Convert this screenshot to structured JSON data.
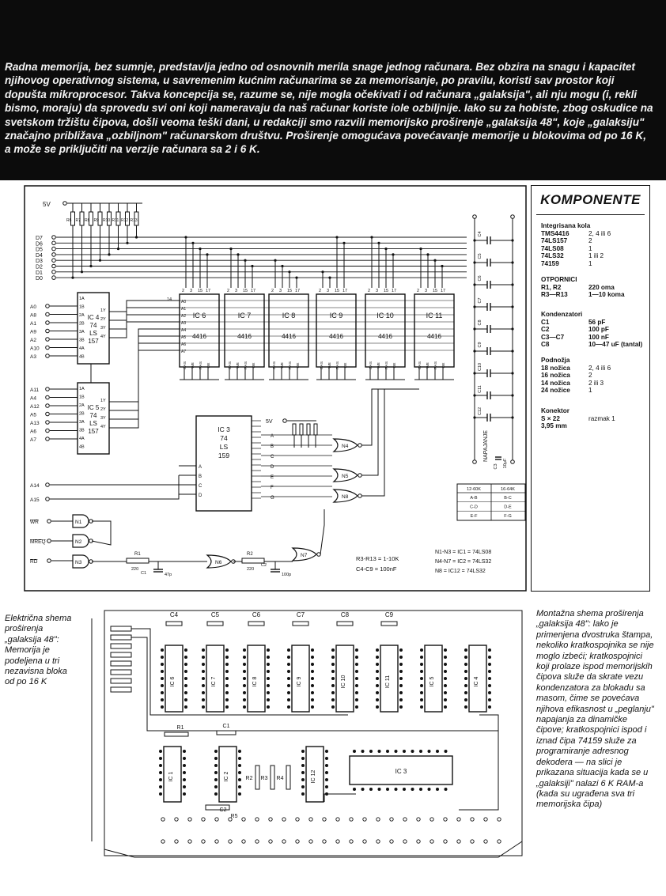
{
  "intro": {
    "text": "Radna memorija, bez sumnje, predstavlja jedno od osnovnih merila snage jednog računara. Bez obzira na snagu i kapacitet njihovog operativnog sistema, u savremenim kućnim računarima se za memorisanje, po pravilu, koristi sav prostor koji dopušta mikroprocesor. Takva koncepcija se, razume se, nije mogla očekivati i od računara „galaksija\", ali nju mogu (i, rekli bismo, moraju) da sprovedu svi oni koji nameravaju da naš računar koriste iole ozbiljnije. Iako su za hobiste, zbog oskudice na svetskom tržištu čipova, došli veoma teški dani, u redakciji smo razvili memorijsko proširenje „galaksija 48\", koje „galaksiju\" značajno približava „ozbiljnom\" računarskom društvu. Proširenje omogućava povećavanje memorije u blokovima od po 16 K, a može se priključiti na verzije računara sa 2 i 6 K."
  },
  "schematic": {
    "supply": "5V",
    "resistors": [
      "R6",
      "R7",
      "R8",
      "R9",
      "R10",
      "R11",
      "R12",
      "R13"
    ],
    "data_lines": [
      "D7",
      "D6",
      "D5",
      "D4",
      "D3",
      "D2",
      "D1",
      "D0"
    ],
    "addr_a": [
      "A0",
      "A8",
      "A1",
      "A9",
      "A2",
      "A10",
      "A3"
    ],
    "addr_b": [
      "A11",
      "A4",
      "A12",
      "A5",
      "A13",
      "A6",
      "A7"
    ],
    "addr_c": [
      "A14",
      "A15"
    ],
    "ctrl": [
      "WR",
      "MREQ",
      "RD"
    ],
    "mux1": [
      "IC 4",
      "74",
      "LS",
      "157"
    ],
    "mux2": [
      "IC 5",
      "74",
      "LS",
      "157"
    ],
    "mux_pins_l": [
      "1A",
      "1B",
      "2A",
      "2B",
      "3A",
      "3B",
      "4A",
      "4B"
    ],
    "mux_pins_r": [
      "1Y",
      "2Y",
      "3Y",
      "4Y"
    ],
    "rams": [
      {
        "name": "IC 6",
        "type": "4416"
      },
      {
        "name": "IC 7",
        "type": "4416"
      },
      {
        "name": "IC 8",
        "type": "4416"
      },
      {
        "name": "IC 9",
        "type": "4416"
      },
      {
        "name": "IC 10",
        "type": "4416"
      },
      {
        "name": "IC 11",
        "type": "4416"
      }
    ],
    "ram_pins_top": [
      "2",
      "3",
      "15",
      "17"
    ],
    "ram_pins_left": [
      "A0",
      "A1",
      "A2",
      "A3",
      "A4",
      "A5",
      "A6",
      "A7"
    ],
    "ram_pins_bottom": [
      "CAS",
      "WE",
      "RAS",
      "OE"
    ],
    "decoder": [
      "IC 3",
      "74",
      "LS",
      "159"
    ],
    "decoder_inputs": [
      "A",
      "B",
      "C",
      "D"
    ],
    "decoder_outputs": [
      "A",
      "B",
      "C",
      "D",
      "E",
      "F",
      "G"
    ],
    "gates": [
      "N1",
      "N2",
      "N3",
      "N4",
      "N5",
      "N6",
      "N7",
      "N8"
    ],
    "r1": "R1",
    "r1v": "220",
    "r2": "R2",
    "r2v": "220",
    "c1": "C1",
    "c1v": "47p",
    "c2": "C2",
    "c2v": "100p",
    "c3": "C3",
    "napajanje": "NAPAJANJE",
    "c3v": "10µF",
    "caps_right": [
      "C4",
      "C5",
      "C6",
      "C7",
      "C8",
      "C9",
      "C10",
      "C11",
      "C12"
    ],
    "jumper_table": {
      "head": [
        "12-60K",
        "16-64K"
      ],
      "rows": [
        [
          "A-B",
          "B-C"
        ],
        [
          "C-D",
          "D-E"
        ],
        [
          "E-F",
          "F-G"
        ]
      ]
    },
    "notes_left": [
      "R3-R13 = 1-10K",
      "C4-C9 = 100nF"
    ],
    "notes_right": [
      "N1-N3 = IC1 = 74LS08",
      "N4-N7 = IC2 = 74LS32",
      "N8 = IC12 = 74LS32"
    ]
  },
  "komponente": {
    "title": "KOMPONENTE",
    "ic_head": "Integrisana kola",
    "ic_rows": [
      [
        "TMS4416",
        "2, 4 ili 6"
      ],
      [
        "74LS157",
        "2"
      ],
      [
        "74LS08",
        "1"
      ],
      [
        "74LS32",
        "1 ili 2"
      ],
      [
        "74159",
        "1"
      ]
    ],
    "res_head": "OTPORNICI",
    "res_rows": [
      [
        "R1, R2",
        "220 oma"
      ],
      [
        "R3—R13",
        "1—10 koma"
      ]
    ],
    "cap_head": "Kondenzatori",
    "cap_rows": [
      [
        "C1",
        "56 pF"
      ],
      [
        "C2",
        "100 pF"
      ],
      [
        "C3—C7",
        "100 nF"
      ],
      [
        "C8",
        "10—47 uF (tantal)"
      ]
    ],
    "pod_head": "Podnožja",
    "pod_rows": [
      [
        "18 nožica",
        "2, 4 ili 6"
      ],
      [
        "16 nožica",
        "2"
      ],
      [
        "14 nožica",
        "2 ili 3"
      ],
      [
        "24 nožice",
        "1"
      ]
    ],
    "kon_head": "Konektor",
    "kon_rows": [
      [
        "S × 22",
        "razmak 1"
      ],
      [
        "3,95 mm",
        ""
      ]
    ]
  },
  "pcb": {
    "caps": [
      "C4",
      "C5",
      "C6",
      "C7",
      "C8",
      "C9"
    ],
    "chips_top": [
      "IC 6",
      "IC 7",
      "IC 8",
      "IC 9",
      "IC 10",
      "IC 11",
      "IC 5",
      "IC 4"
    ],
    "chips_bottom": [
      "IC 1",
      "IC 2",
      "IC 12",
      "IC 3"
    ],
    "parts": [
      "R1",
      "C1",
      "R2",
      "R3",
      "R4",
      "R5",
      "C2"
    ]
  },
  "captions": {
    "left": "Električna shema proširenja „galaksija 48\": Memorija je podeljena u tri nezavisna bloka od po 16 K",
    "right": "Montažna shema proširenja „galaksija 48\": lako je primenjena dvostruka štampa, nekoliko kratkospojnika se nije moglo izbeći; kratkospojnici koji prolaze ispod memorijskih čipova služe da skrate vezu kondenzatora za blokadu sa masom, čime se povećava njihova efikasnost u „peglanju\" napajanja za dinamičke čipove; kratkospojnici ispod i iznad čipa 74159 služe za programiranje adresnog dekodera — na slici je prikazana situacija kada se u „galaksiji\" nalazi 6 K RAM-a (kada su ugrađena sva tri memorijska čipa)"
  }
}
